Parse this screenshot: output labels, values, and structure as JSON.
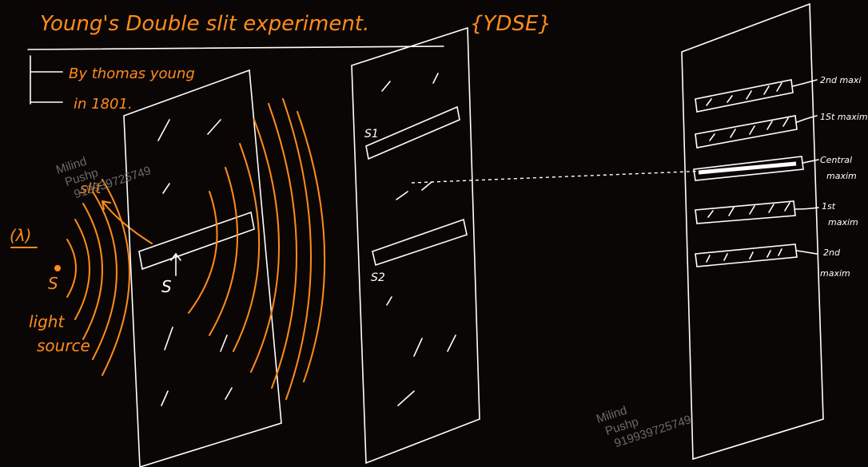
{
  "title": "Young's Double slit experiment.",
  "title_abbrev": "{YDSE}",
  "notes": {
    "by": "By thomas young",
    "year": "in 1801."
  },
  "labels": {
    "lambda": "(λ)",
    "source_symbol": "S",
    "light": "light",
    "source": "source",
    "slit": "slit",
    "slit_s": "S",
    "s1": "S1",
    "s2": "S2"
  },
  "fringes": [
    {
      "line1": "2nd maxi",
      "line2": ""
    },
    {
      "line1": "1St maxim",
      "line2": ""
    },
    {
      "line1": "Central",
      "line2": "maxim"
    },
    {
      "line1": "1st",
      "line2": "maxim"
    },
    {
      "line1": "2nd",
      "line2": "maxim"
    }
  ],
  "watermark": {
    "name1": "Milind",
    "name2": "Pushp",
    "number": "919939725749"
  },
  "colors": {
    "background": "#0b0606",
    "ink_orange": "#ff8c1a",
    "ink_white": "#ffffff"
  }
}
